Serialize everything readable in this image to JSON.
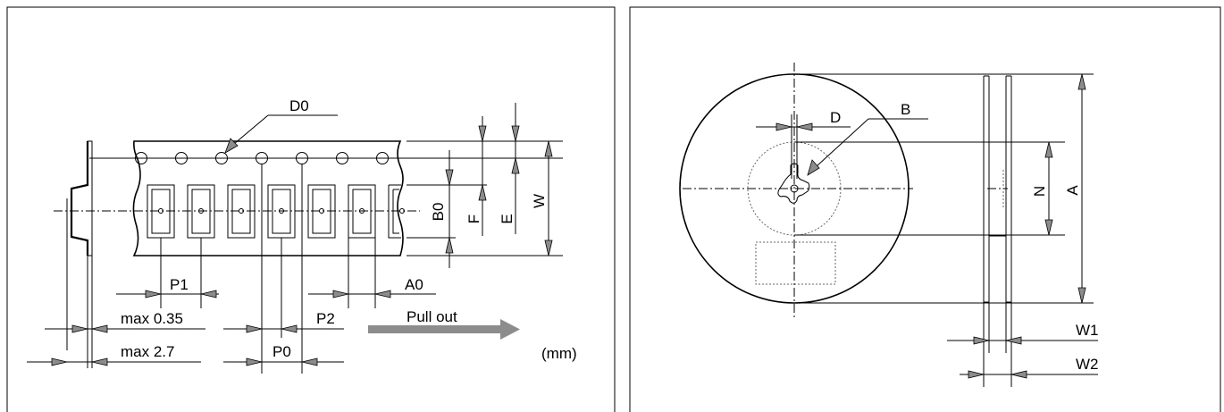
{
  "tape_diagram": {
    "labels": {
      "d0": "D0",
      "b0": "B0",
      "f": "F",
      "e": "E",
      "w": "W",
      "p1": "P1",
      "a0": "A0",
      "max_035": "max 0.35",
      "p2": "P2",
      "pull_out": "Pull out",
      "max_27": "max 2.7",
      "p0": "P0",
      "unit": "(mm)"
    }
  },
  "reel_diagram": {
    "labels": {
      "d": "D",
      "b": "B",
      "n": "N",
      "a": "A",
      "w1": "W1",
      "w2": "W2"
    }
  }
}
